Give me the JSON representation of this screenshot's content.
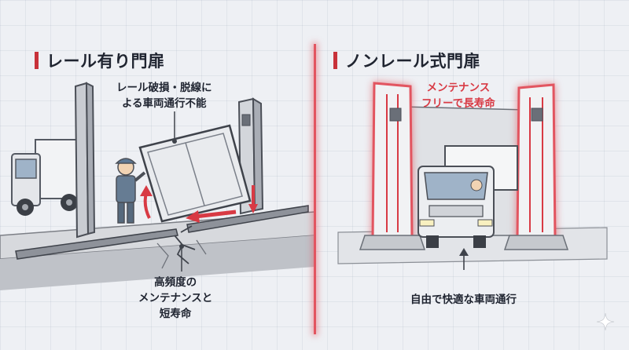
{
  "left": {
    "heading": "レール有り門扉",
    "callout_top_line1": "レール破損・脱線に",
    "callout_top_line2": "よる車両通行不能",
    "callout_bottom_line1": "高頻度の",
    "callout_bottom_line2": "メンテナンスと",
    "callout_bottom_line3": "短寿命"
  },
  "right": {
    "heading": "ノンレール式門扉",
    "callout_top_line1": "メンテナンス",
    "callout_top_line2": "フリーで長寿命",
    "callout_bottom": "自由で快適な車両通行"
  },
  "colors": {
    "accent_red": "#d83a44",
    "heading_bar": "#c8323a",
    "text_dark": "#1f2430"
  },
  "icons": [
    "sparkle-icon"
  ]
}
